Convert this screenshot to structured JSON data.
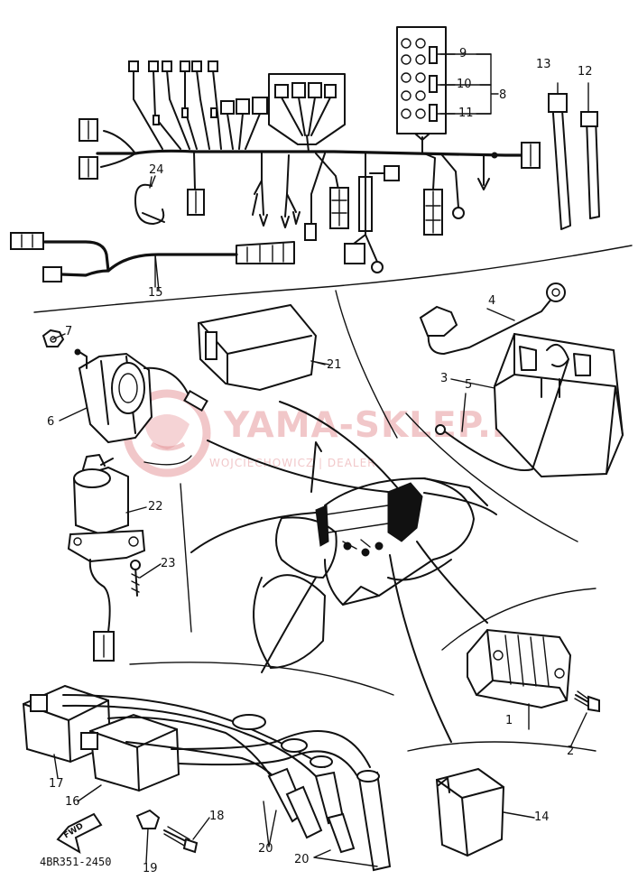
{
  "watermark": {
    "title": "YAMA-SKLEP.PL",
    "subtitle": "WOJCIECHOWICZ | DEALER"
  },
  "diagram_code": "4BR351-2450",
  "fwd_mark": "FWD",
  "callouts": [
    {
      "id": "c1",
      "label": "1"
    },
    {
      "id": "c2",
      "label": "2"
    },
    {
      "id": "c3",
      "label": "3"
    },
    {
      "id": "c4",
      "label": "4"
    },
    {
      "id": "c5",
      "label": "5"
    },
    {
      "id": "c6",
      "label": "6"
    },
    {
      "id": "c7",
      "label": "7"
    },
    {
      "id": "c8",
      "label": "8"
    },
    {
      "id": "c9",
      "label": "9"
    },
    {
      "id": "c10",
      "label": "10"
    },
    {
      "id": "c11",
      "label": "11"
    },
    {
      "id": "c12",
      "label": "12"
    },
    {
      "id": "c13",
      "label": "13"
    },
    {
      "id": "c14",
      "label": "14"
    },
    {
      "id": "c15",
      "label": "15"
    },
    {
      "id": "c16",
      "label": "16"
    },
    {
      "id": "c17",
      "label": "17"
    },
    {
      "id": "c18",
      "label": "18"
    },
    {
      "id": "c19",
      "label": "19"
    },
    {
      "id": "c20a",
      "label": "20"
    },
    {
      "id": "c20b",
      "label": "20"
    },
    {
      "id": "c21",
      "label": "21"
    },
    {
      "id": "c22",
      "label": "22"
    },
    {
      "id": "c23",
      "label": "23"
    },
    {
      "id": "c24",
      "label": "24"
    }
  ]
}
